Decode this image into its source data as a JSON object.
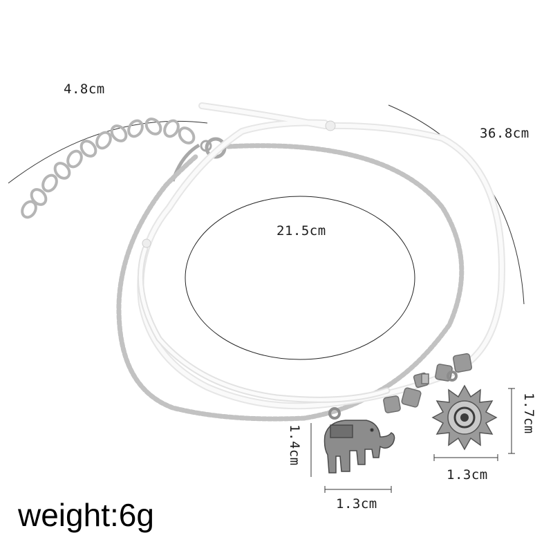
{
  "labels": {
    "extender_length": "4.8cm",
    "outer_length": "36.8cm",
    "inner_length": "21.5cm",
    "elephant_height": "1.4cm",
    "elephant_width": "1.3cm",
    "sun_height": "1.7cm",
    "sun_width": "1.3cm"
  },
  "weight_text": "weight:6g",
  "colors": {
    "background": "#ffffff",
    "cord": "#f4f4f4",
    "chain": "#b8b8b8",
    "charm": "#8a8a8a",
    "measure_line": "#333333"
  }
}
